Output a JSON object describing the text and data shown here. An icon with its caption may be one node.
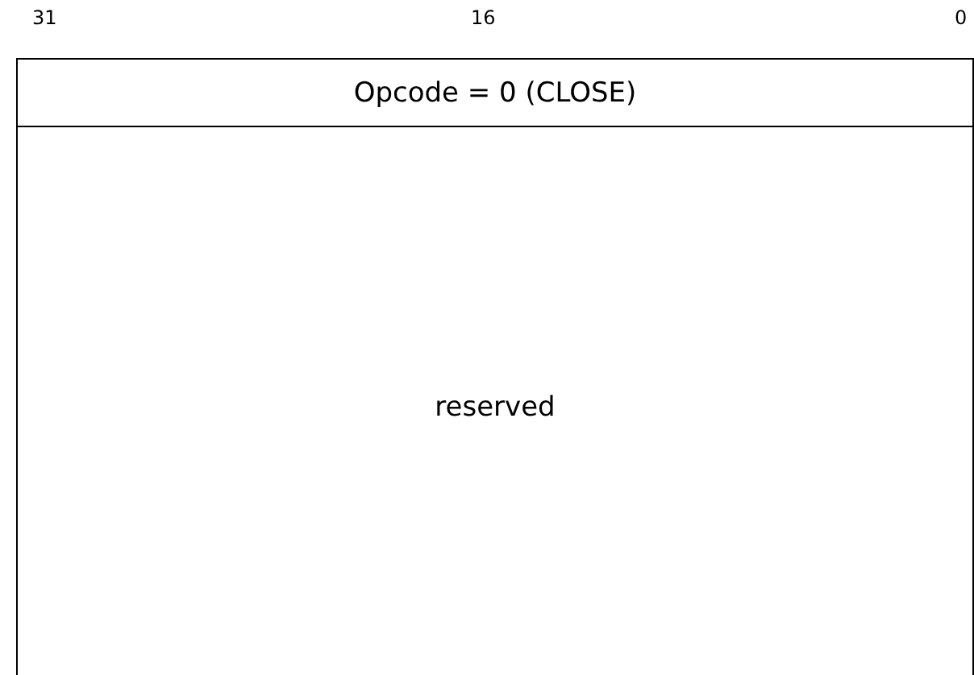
{
  "diagram": {
    "nodes": [
      {
        "text": [
          "Opcode = 0 (CLOSE)"
        ]
      },
      {
        "text": [
          "reserved"
        ]
      }
    ],
    "labels": [
      "31",
      "16",
      "0"
    ]
  }
}
